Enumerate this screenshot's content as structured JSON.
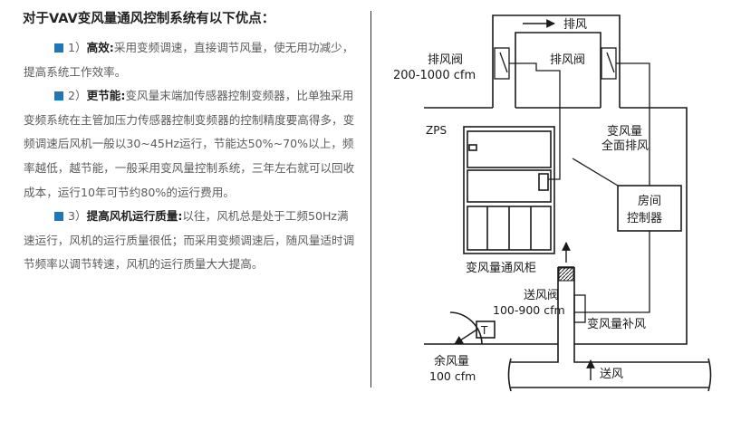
{
  "accent_color": "#1f77b4",
  "heading": "对于VAV变风量通风控制系统有以下优点：",
  "paragraphs": [
    {
      "number": "1）",
      "keyword": "高效:",
      "text": "采用变频调速，直接调节风量，使无用功减少，提高系统工作效率。"
    },
    {
      "number": "2）",
      "keyword": "更节能:",
      "text": "变风量末端加传感器控制变频器，比单独采用变频系统在主管加压力传感器控制变频器的控制精度要高得多，变频调速后风机一般以30~45Hz运行，节能达50%~70%以上，频率越低，越节能，一般采用变风量控制系统，三年左右就可以回收成本，运行10年可节约80%的运行费用。"
    },
    {
      "number": "3）",
      "keyword": "提高风机运行质量:",
      "text": "以往，风机总是处于工频50Hz满速运行，风机的运行质量很低；而采用变频调速后，随风量适时调节频率以调节转速，风机的运行质量大大提高。"
    }
  ],
  "diagram": {
    "exhaust": "排风",
    "exhaust_damper_left": "排风阀",
    "exhaust_damper_right": "排风阀",
    "exhaust_cfm": "200-1000 cfm",
    "zps": "ZPS",
    "vav_full_exhaust_line1": "变风量",
    "vav_full_exhaust_line2": "全面排风",
    "room_controller_line1": "房间",
    "room_controller_line2": "控制器",
    "fume_hood": "变风量通风柜",
    "supply_damper": "送风阀",
    "supply_cfm": "100-900 cfm",
    "vav_makeup_air": "变风量补风",
    "thermostat": "T",
    "residual_air": "余风量",
    "residual_cfm": "100 cfm",
    "supply_air": "送风"
  }
}
